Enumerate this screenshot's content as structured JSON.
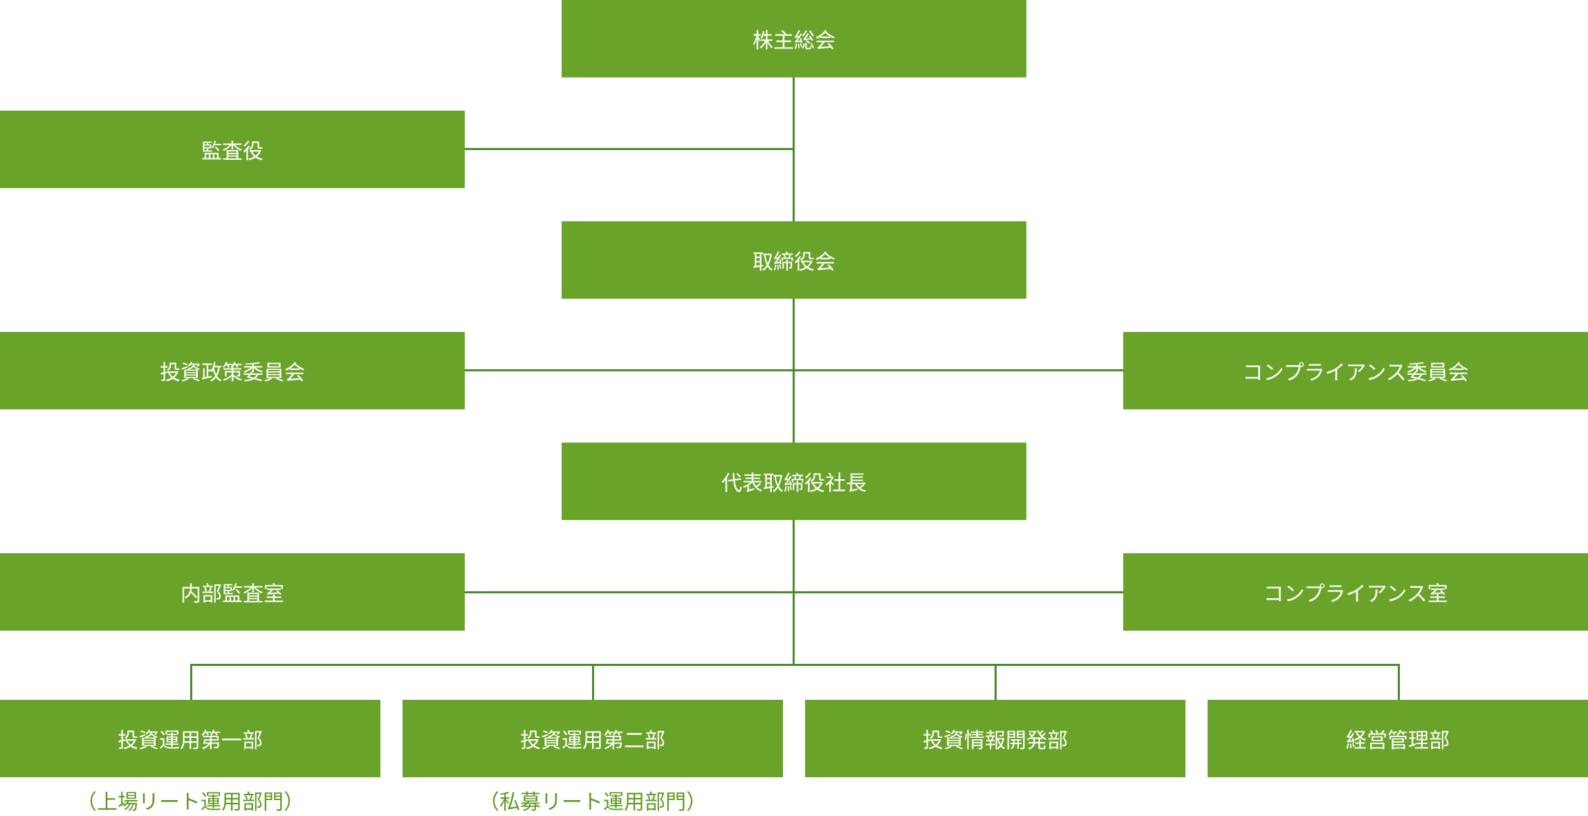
{
  "colors": {
    "box_fill": "#6aa329",
    "box_text": "#ffffff",
    "connector": "#4a8a2a",
    "note_text": "#5f9a24"
  },
  "nodes": {
    "shareholders": "株主総会",
    "auditor": "監査役",
    "board": "取締役会",
    "investment_policy_committee": "投資政策委員会",
    "compliance_committee": "コンプライアンス委員会",
    "president": "代表取締役社長",
    "internal_audit": "内部監査室",
    "compliance_office": "コンプライアンス室",
    "investment_dept_1": "投資運用第一部",
    "investment_dept_2": "投資運用第二部",
    "investment_info_dev": "投資情報開発部",
    "business_management": "経営管理部"
  },
  "notes": {
    "investment_dept_1": "（上場リート運用部門）",
    "investment_dept_2": "（私募リート運用部門）"
  }
}
